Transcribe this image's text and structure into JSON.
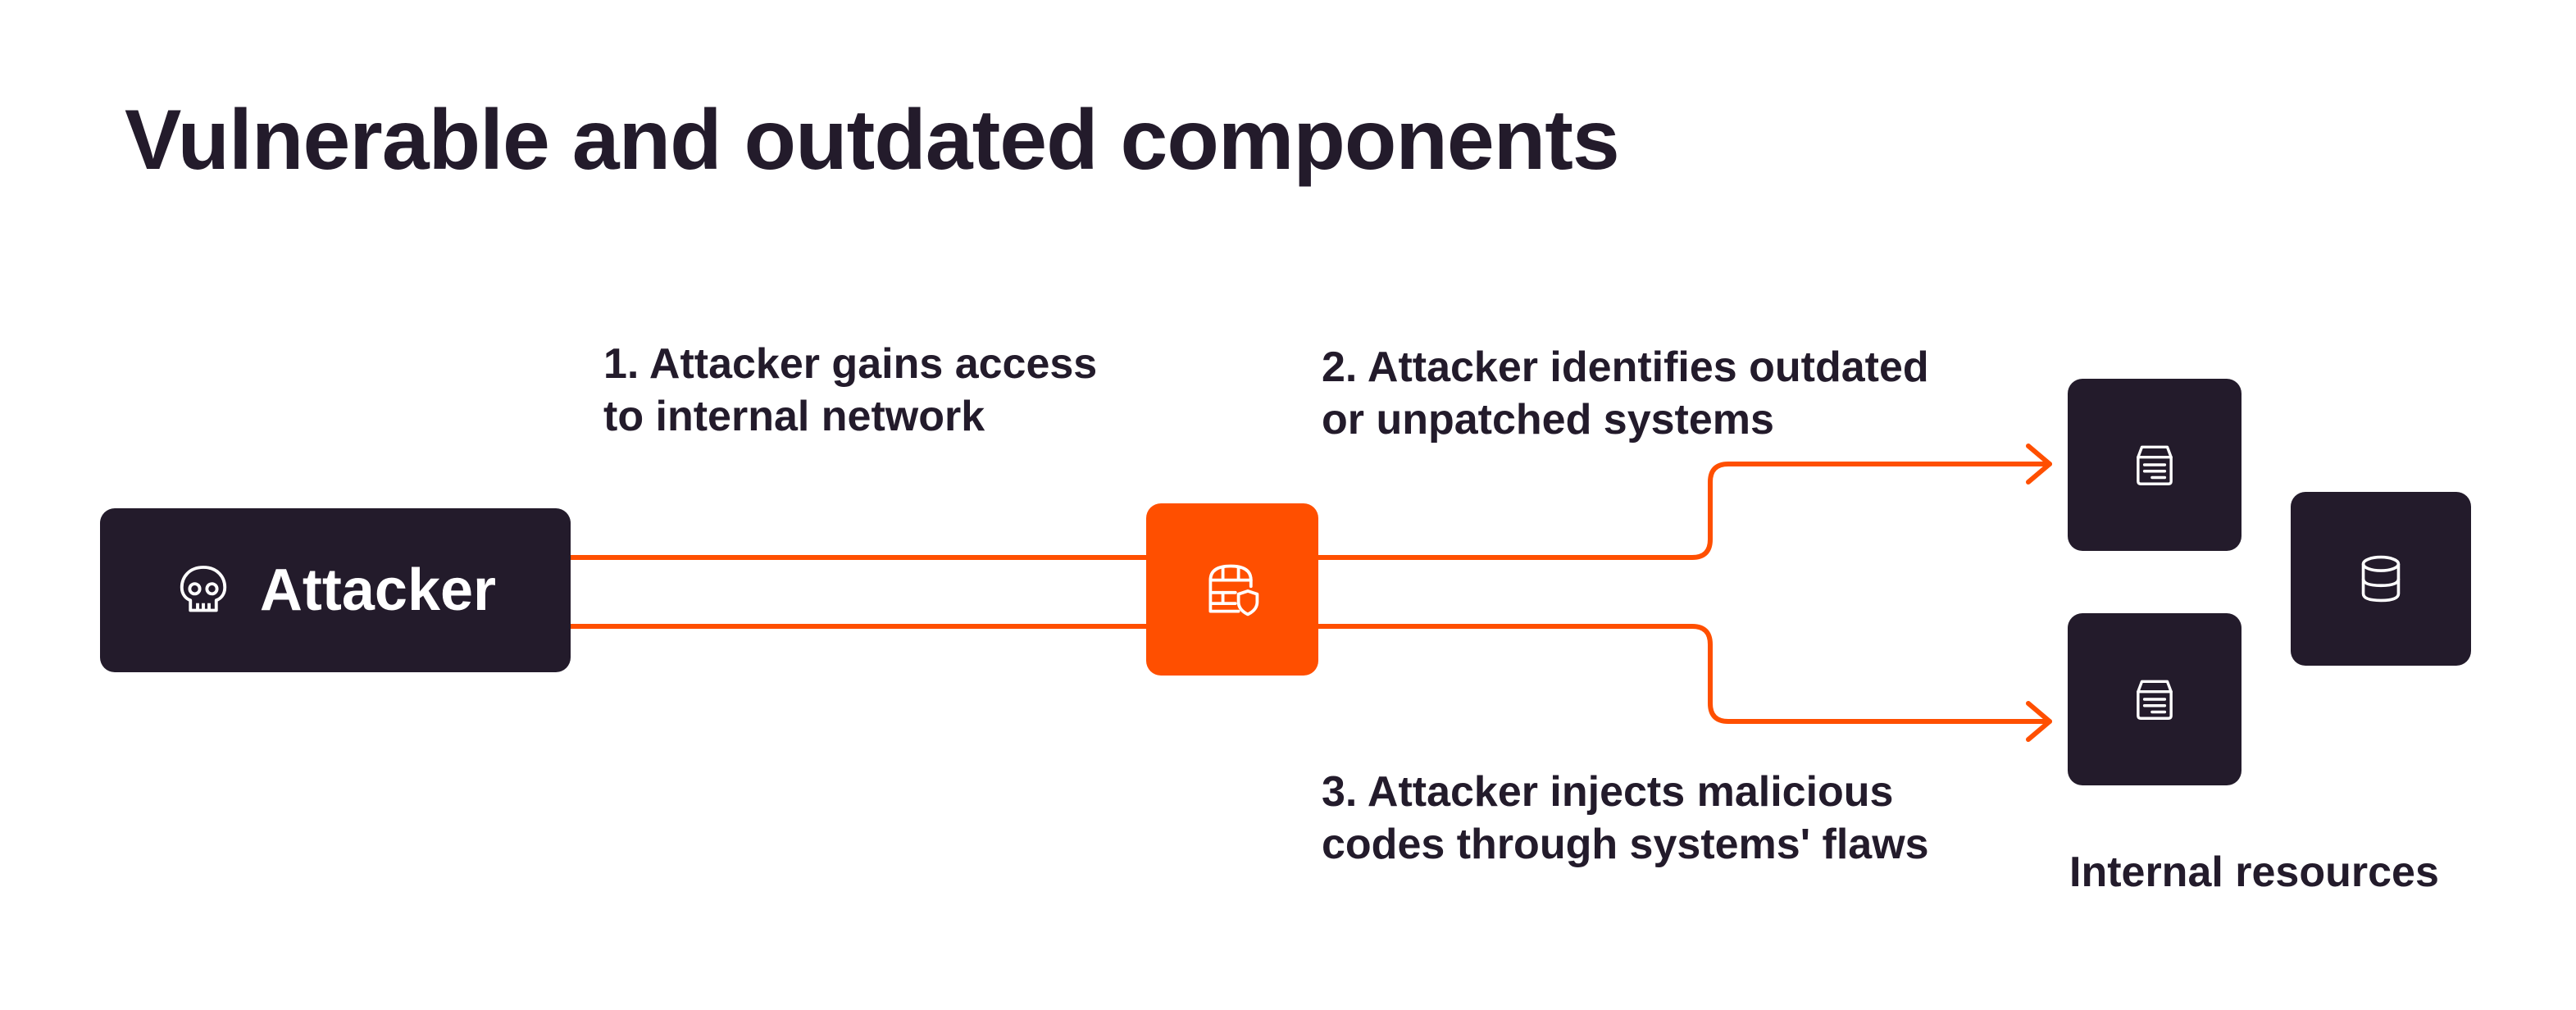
{
  "title": "Vulnerable and outdated components",
  "attacker": {
    "label": "Attacker",
    "icon": "skull-icon"
  },
  "firewall": {
    "icon": "firewall-shield-icon"
  },
  "servers": [
    {
      "icon": "server-icon"
    },
    {
      "icon": "server-icon"
    }
  ],
  "database": {
    "icon": "database-icon"
  },
  "steps": {
    "step1": [
      "1. Attacker gains access",
      "to internal network"
    ],
    "step2": [
      "2. Attacker identifies outdated",
      "or unpatched systems"
    ],
    "step3": [
      "3. Attacker injects malicious",
      "codes through systems' flaws"
    ]
  },
  "internal_resources_label": "Internal resources",
  "colors": {
    "accent": "#ff4f00",
    "dark": "#231b2b",
    "text_light": "#ffffff"
  }
}
